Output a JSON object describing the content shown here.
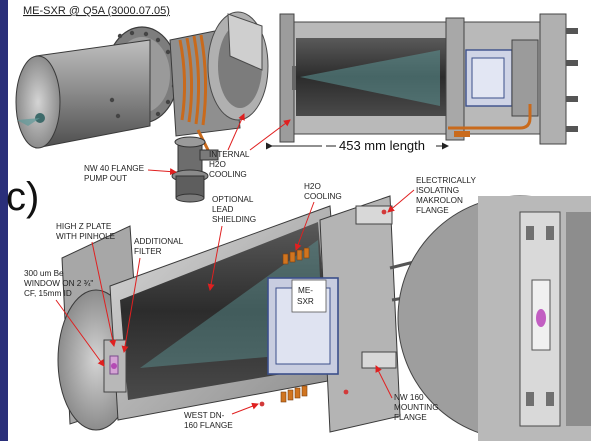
{
  "labels": {
    "title": "ME-SXR @ Q5A (3000.07.05)",
    "panel": "c)",
    "dimension": "453 mm length",
    "nw40": [
      "NW 40 FLANGE",
      "PUMP OUT"
    ],
    "internal_cooling": [
      "INTERNAL",
      "H2O",
      "COOLING"
    ],
    "h2o_cooling": [
      "H2O",
      "COOLING"
    ],
    "makrolon": [
      "ELECTRICALLY",
      "ISOLATING",
      "MAKROLON",
      "FLANGE"
    ],
    "lead_shielding": [
      "OPTIONAL",
      "LEAD",
      "SHIELDING"
    ],
    "highz_plate": [
      "HIGH Z PLATE",
      "WITH PINHOLE"
    ],
    "additional_filter": [
      "ADDITIONAL",
      "FILTER"
    ],
    "be_window": [
      "300 um Be",
      "WINDOW ON 2 ¾\"",
      "CF, 15mm ID"
    ],
    "me_sxr": [
      "ME-",
      "SXR"
    ],
    "west_flange": [
      "WEST DN-",
      "160 FLANGE"
    ],
    "nw160": [
      "NW 160",
      "MOUNTING",
      "FLANGE"
    ]
  },
  "colors": {
    "annotation_arrow": "#e02020",
    "cooling_coil": "#c96a1c",
    "detector_outline": "#3b4f8a",
    "beam": "#5d9696",
    "pinhole": "#b44ab4"
  }
}
